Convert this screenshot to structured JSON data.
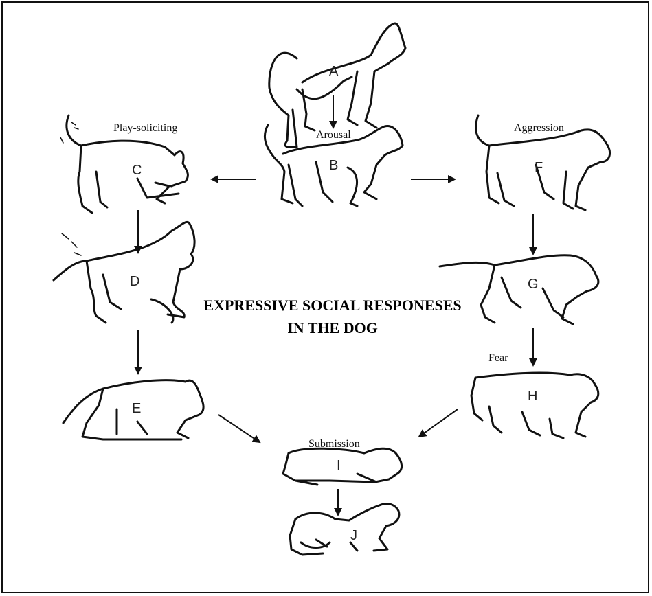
{
  "title_lines": [
    "EXPRESSIVE SOCIAL RESPONESES",
    "IN THE DOG"
  ],
  "captions": {
    "arousal": "Arousal",
    "play": "Play-soliciting",
    "aggression": "Aggression",
    "fear": "Fear",
    "submission": "Submission"
  },
  "dogs": {
    "A": "A",
    "B": "B",
    "C": "C",
    "D": "D",
    "E": "E",
    "F": "F",
    "G": "G",
    "H": "H",
    "I": "I",
    "J": "J"
  },
  "colors": {
    "ink": "#111111",
    "paper": "#ffffff"
  }
}
